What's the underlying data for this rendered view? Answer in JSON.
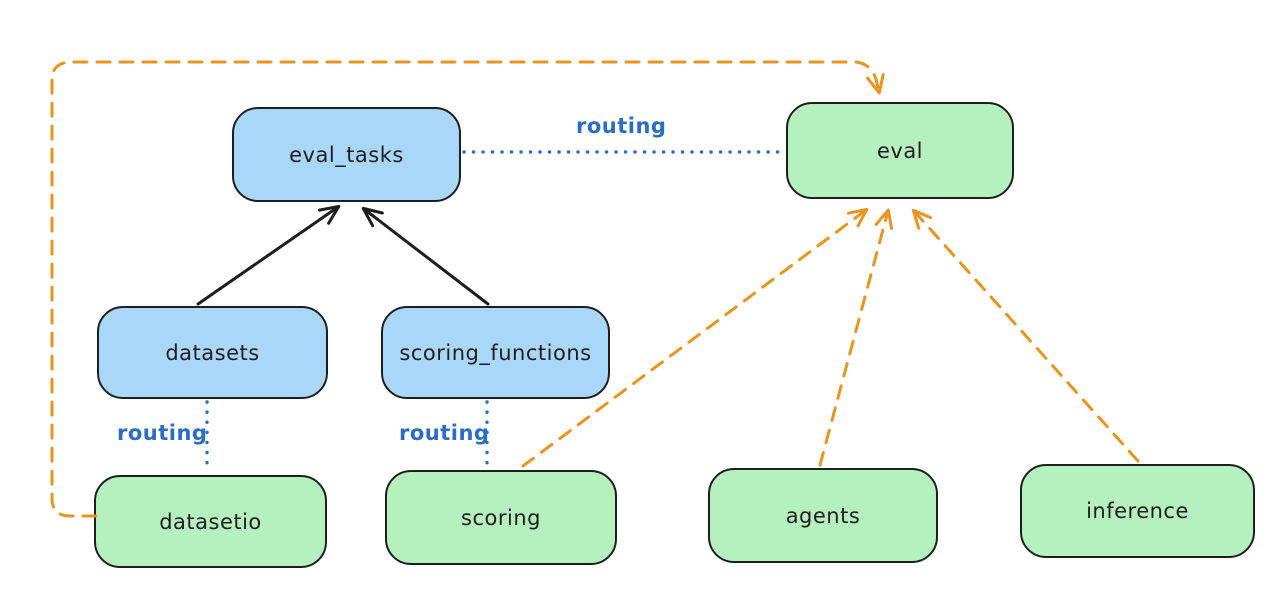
{
  "nodes": {
    "eval_tasks": {
      "label": "eval_tasks",
      "kind": "api"
    },
    "datasets": {
      "label": "datasets",
      "kind": "api"
    },
    "scoring_functions": {
      "label": "scoring_functions",
      "kind": "api"
    },
    "eval": {
      "label": "eval",
      "kind": "provider"
    },
    "datasetio": {
      "label": "datasetio",
      "kind": "provider"
    },
    "scoring": {
      "label": "scoring",
      "kind": "provider"
    },
    "agents": {
      "label": "agents",
      "kind": "provider"
    },
    "inference": {
      "label": "inference",
      "kind": "provider"
    }
  },
  "edge_labels": {
    "routing": "routing"
  },
  "edges": [
    {
      "from": "datasets",
      "to": "eval_tasks",
      "style": "solid-arrow",
      "color": "#1e1e1e"
    },
    {
      "from": "scoring_functions",
      "to": "eval_tasks",
      "style": "solid-arrow",
      "color": "#1e1e1e"
    },
    {
      "from": "eval_tasks",
      "to": "eval",
      "style": "dotted",
      "label": "routing",
      "color": "#2b6cc4"
    },
    {
      "from": "datasets",
      "to": "datasetio",
      "style": "dotted",
      "label": "routing",
      "color": "#2b6cc4"
    },
    {
      "from": "scoring_functions",
      "to": "scoring",
      "style": "dotted",
      "label": "routing",
      "color": "#2b6cc4"
    },
    {
      "from": "datasetio",
      "to": "eval",
      "style": "dashed-arrow",
      "color": "#e8941f"
    },
    {
      "from": "scoring",
      "to": "eval",
      "style": "dashed-arrow",
      "color": "#e8941f"
    },
    {
      "from": "agents",
      "to": "eval",
      "style": "dashed-arrow",
      "color": "#e8941f"
    },
    {
      "from": "inference",
      "to": "eval",
      "style": "dashed-arrow",
      "color": "#e8941f"
    }
  ],
  "colors": {
    "api_node_fill": "#a8d7fa",
    "provider_node_fill": "#b5f0bf",
    "node_stroke": "#1e1e1e",
    "routing_blue": "#2b6cc4",
    "provider_orange": "#e8941f",
    "background": "#ffffff"
  }
}
